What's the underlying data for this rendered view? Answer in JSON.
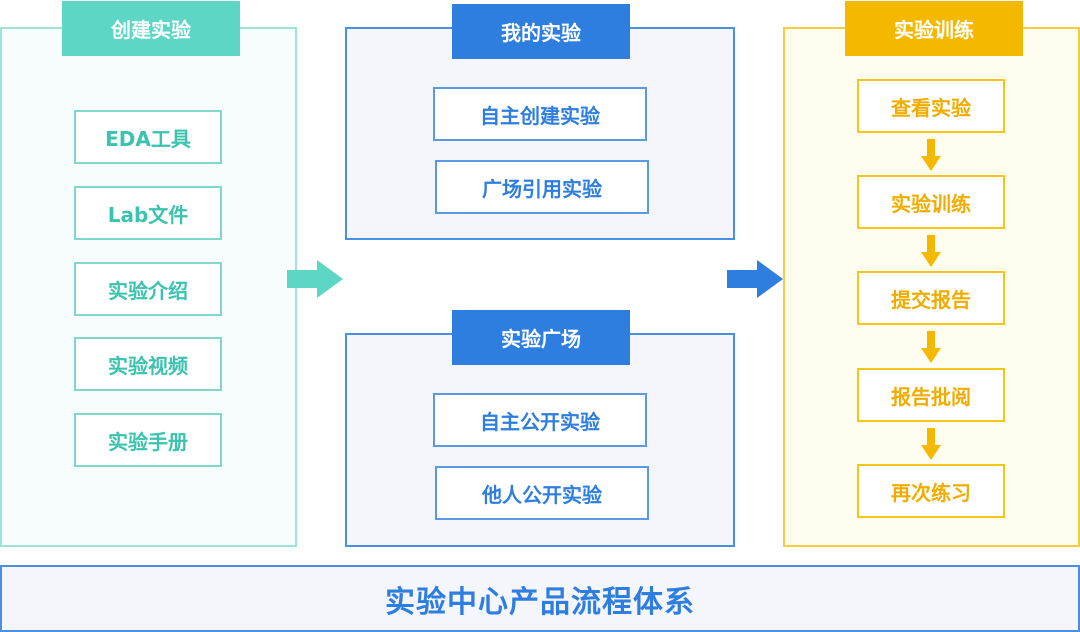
{
  "create_panel": {
    "title": "创建实验",
    "items": [
      "EDA工具",
      "Lab文件",
      "实验介绍",
      "实验视频",
      "实验手册"
    ]
  },
  "my_experiments": {
    "title": "我的实验",
    "items": [
      "自主创建实验",
      "广场引用实验"
    ]
  },
  "experiment_square": {
    "title": "实验广场",
    "items": [
      "自主公开实验",
      "他人公开实验"
    ]
  },
  "training": {
    "title": "实验训练",
    "steps": [
      "查看实验",
      "实验训练",
      "提交报告",
      "报告批阅",
      "再次练习"
    ]
  },
  "footer": {
    "title": "实验中心产品流程体系"
  },
  "colors": {
    "teal": "#5dd6c5",
    "blue": "#2e7ee0",
    "yellow": "#f5b800"
  }
}
